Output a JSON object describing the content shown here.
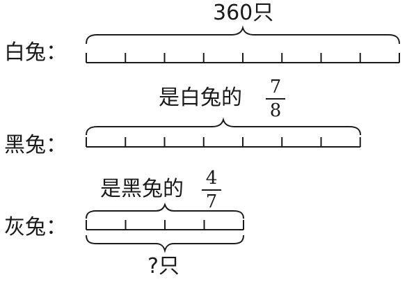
{
  "rows": {
    "white": {
      "label": "白兔："
    },
    "black": {
      "label": "黑兔："
    },
    "gray": {
      "label": "灰兔："
    }
  },
  "annotations": {
    "white_total": "360只",
    "black_text": "是白兔的",
    "black_frac": {
      "numerator": "7",
      "denominator": "8"
    },
    "gray_text": "是黑兔的",
    "gray_frac": {
      "numerator": "4",
      "denominator": "7"
    },
    "gray_unknown": "?只"
  },
  "segments": {
    "white": 8,
    "black": 7,
    "gray": 4
  },
  "colors": {
    "ink": "#1a1a1a",
    "background": "#ffffff"
  }
}
